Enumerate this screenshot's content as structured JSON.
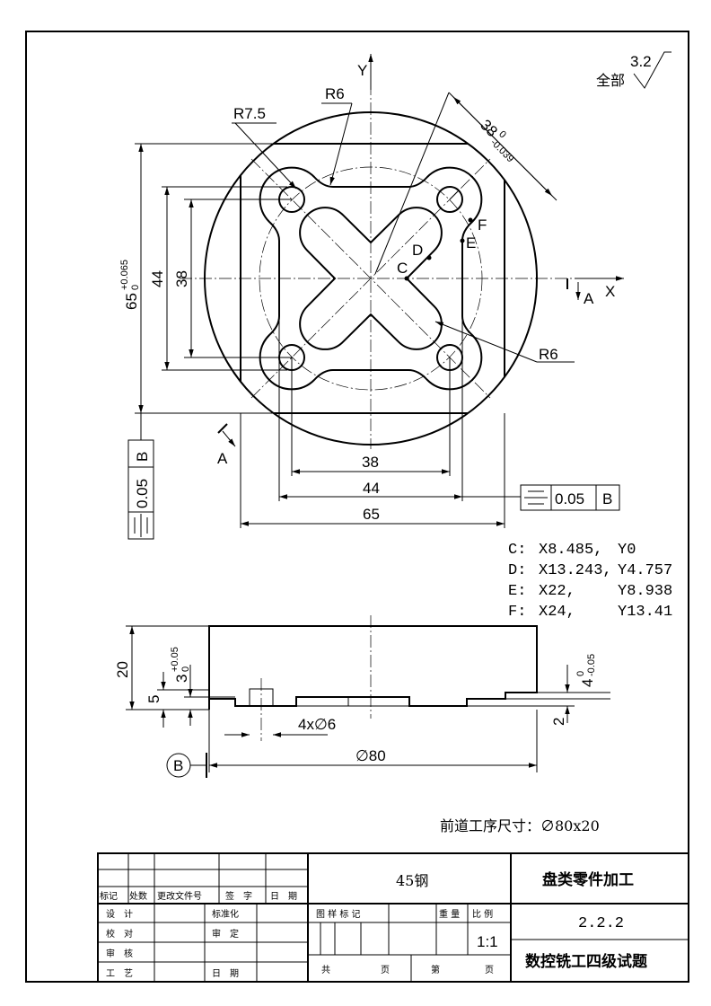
{
  "roughness": {
    "value": "3.2",
    "scope": "全部"
  },
  "axes": {
    "x": "X",
    "y": "Y"
  },
  "section_marks": {
    "top": "A",
    "bottom": "A",
    "arrow": "A"
  },
  "top_view": {
    "radii": {
      "hole_arc": "R7.5",
      "upper": "R6",
      "lower": "R6"
    },
    "diag_dim": {
      "value": "38",
      "tol_upper": "0",
      "tol_lower": "-0.039"
    },
    "vertical_dims": {
      "d65": "65",
      "d65_tol_upper": "+0.065",
      "d65_tol_lower": "0",
      "d44": "44",
      "d38": "38"
    },
    "horizontal_dims": {
      "d38": "38",
      "d44": "44",
      "d65": "65"
    },
    "points": {
      "c": "C",
      "d": "D",
      "e": "E",
      "f": "F"
    },
    "tolerance_frames": [
      {
        "symbol": "symmetry",
        "value": "0.05",
        "datum": "B"
      },
      {
        "symbol": "symmetry",
        "value": "0.05",
        "datum": "B"
      }
    ]
  },
  "coordinates": [
    {
      "point": "C:",
      "x": "X8.485,",
      "y": "Y0"
    },
    {
      "point": "D:",
      "x": "X13.243,",
      "y": "Y4.757"
    },
    {
      "point": "E:",
      "x": "X22,",
      "y": "Y8.938"
    },
    {
      "point": "F:",
      "x": "X24,",
      "y": "Y13.41"
    }
  ],
  "section_view": {
    "d20": "20",
    "d5": "5",
    "d3": "3",
    "d3_tol_upper": "+0.05",
    "d3_tol_lower": "0",
    "d4": "4",
    "d4_tol_upper": "0",
    "d4_tol_lower": "-0.05",
    "d2": "2",
    "holes": "4x∅6",
    "diameter": "∅80",
    "datum": "B"
  },
  "note": "前道工序尺寸：∅80x20",
  "title_block": {
    "material": "45钢",
    "part_name": "盘类零件加工",
    "drawing_no": "2.2.2",
    "exam_title": "数控铣工四级试题",
    "revision_headers": [
      "标记",
      "处数",
      "更改文件号",
      "签　字",
      "日　期"
    ],
    "roles": [
      "设　计",
      "校　对",
      "审　核",
      "工　艺"
    ],
    "roles2": [
      "标准化",
      "审　定",
      "",
      "日　期"
    ],
    "sample_mark": "图 样 标 记",
    "weight": "重 量",
    "scale_label": "比 例",
    "scale": "1:1",
    "total_pages": "共",
    "page_unit": "页",
    "page_no": "第",
    "page_unit2": "页"
  }
}
